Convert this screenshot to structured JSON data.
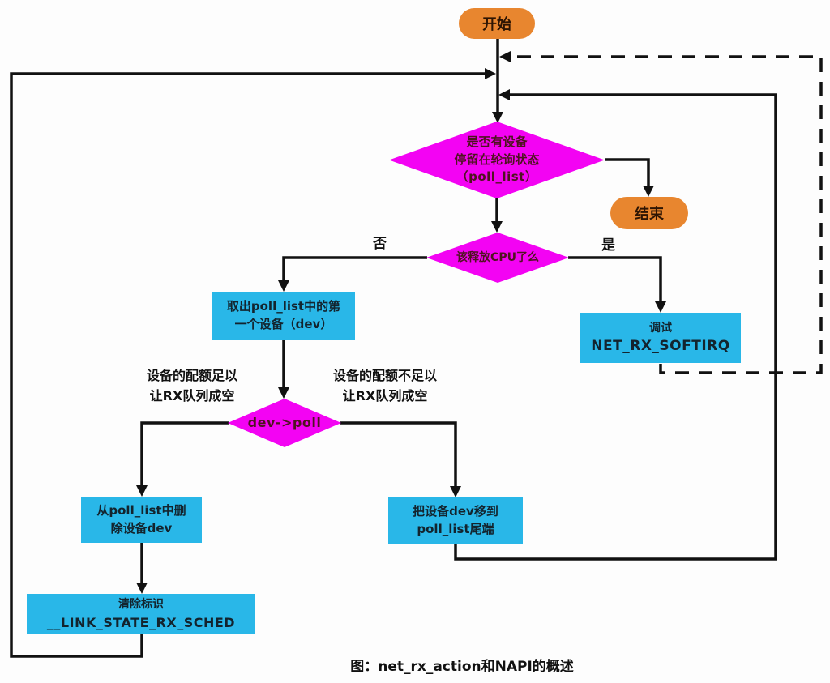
{
  "diagram": {
    "caption": "图：net_rx_action和NAPI的概述",
    "colors": {
      "process_fill": "#29b7e8",
      "decision_fill": "#f303f3",
      "terminator_fill": "#e8862f",
      "line": "#111111",
      "decision_text": "#4f1320",
      "process_text": "#13242e"
    },
    "nodes": {
      "start": {
        "label": "开始"
      },
      "end": {
        "label": "结束"
      },
      "poll_list_check": {
        "lines": [
          "是否有设备",
          "停留在轮询状态",
          "（poll_list）"
        ]
      },
      "release_cpu_check": {
        "label": "该释放CPU了么"
      },
      "take_first_device": {
        "lines": [
          "取出poll_list中的第",
          "一个设备（dev）"
        ]
      },
      "schedule_softirq": {
        "lines": [
          "调试",
          "NET_RX_SOFTIRQ"
        ]
      },
      "dev_poll": {
        "label": "dev->poll"
      },
      "remove_device": {
        "lines": [
          "从poll_list中删",
          "除设备dev"
        ]
      },
      "move_device": {
        "lines": [
          "把设备dev移到",
          "poll_list尾端"
        ]
      },
      "clear_flag": {
        "lines": [
          "清除标识",
          "__LINK_STATE_RX_SCHED"
        ]
      }
    },
    "edge_labels": {
      "no": "否",
      "yes": "是",
      "quota_enough": [
        "设备的配额足以",
        "让RX队列成空"
      ],
      "quota_not_enough": [
        "设备的配额不足以",
        "让RX队列成空"
      ]
    }
  }
}
